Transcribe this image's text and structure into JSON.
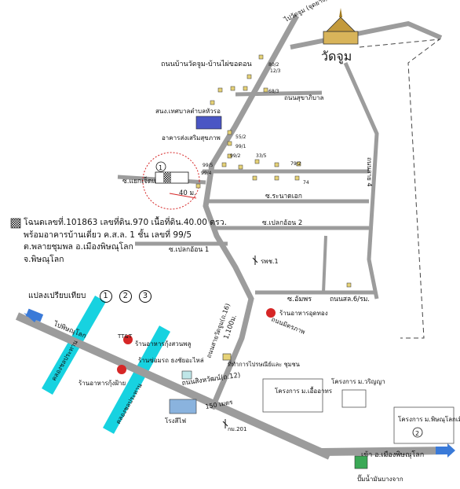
{
  "temple": {
    "name": "วัดจูม",
    "road_top": "ไปวัดจูม (จุดยาง)"
  },
  "roads": {
    "banwatjum": "ถนนบ้านวัดจูม-บ้านไผ่ขอดอน",
    "sanitraphiban": "ถนนสุขาภิบาล",
    "yaek_nai": "ซ.แยกเจ็ดแยก",
    "nong_yaek": "ซ.ระนาดเอก",
    "plaek_on2": "ซ.เปลกอ้อน 2",
    "plaek_on1": "ซ.เปลกอ้อน 1",
    "ammorn": "ซ.อัมพร",
    "tanon_sai": "ถนนสล.6/รม.",
    "tanon_tha": "ถนนสาย 4",
    "phitsanulok_road": "ไปพิษณุโลก",
    "sakon": "ถนนสิงหวัฒน์(ถ.12)",
    "sabai": "ถนนสายวัดจูม(ถ.16)",
    "to_city": "เข้า อ.เมืองพิษณุโลก",
    "mittraphap": "ถนนมิตรภาพ",
    "distance_40": "40 ม.",
    "distance_1100": "1,100ม.",
    "distance_150": "150 เมตร"
  },
  "places": {
    "municipality": "สนง.เทศบาลตำบลหัวรอ",
    "health": "อาคารส่งเสริมสุขภาพ",
    "ratchaphat": "รพช.1",
    "restaurant_thong": "ร้านอาหารอุดทอง",
    "restaurant_kungsuan": "ร้านอาหารกุ้งสวนพลู",
    "restaurant_kungpai": "ร้านอาหารกุ้งฝ้าย",
    "warehouse": "ร้านซ่อมรถ ธงชัยอะไหล่",
    "post": "ที่ทำการไปรษณีย์และ ชุมชน",
    "project_uea": "โครงการ ม.เอื้ออาทร",
    "project_riya": "โครงการ ม.วริญญา",
    "project_phitsanulok": "โครงการ ม.พิษณุโลกเมืองใหม่",
    "rongsiphai": "โรงสีไฟ",
    "gas_station": "ปั๊มน้ำมันบางจาก",
    "km": "กม.201",
    "tt": "TT&T"
  },
  "legend": {
    "line1": "โฉนดเลขที่.101863  เลขที่ดิน.970  เนื้อที่ดิน.40.00 ตรว.",
    "line2": "พร้อมอาคารบ้านเดี่ยว ค.ส.ล. 1 ชั้น เลขที่ 99/5",
    "line3": "ต.พลายชุมพล  อ.เมืองพิษณุโลก",
    "line4": "จ.พิษณุโลก"
  },
  "compare": {
    "label": "แปลงเปรียบเทียบ",
    "n1": "1",
    "n2": "2",
    "n3": "3"
  },
  "markers": {
    "subject": "1",
    "comp2": "2"
  },
  "house_numbers": [
    "99/5",
    "99/4",
    "99/2",
    "99/1",
    "55/2",
    "33/5",
    "79/2",
    "74",
    "68/3",
    "80/2",
    "12/3"
  ],
  "canal_label_1": "คลองชลประทาน",
  "canal_label_2": "คลองชลประทาน",
  "colors": {
    "road": "#9c9c9c",
    "canal": "#17d2e0",
    "accent": "#d62626",
    "arrow": "#3a7ad8"
  }
}
